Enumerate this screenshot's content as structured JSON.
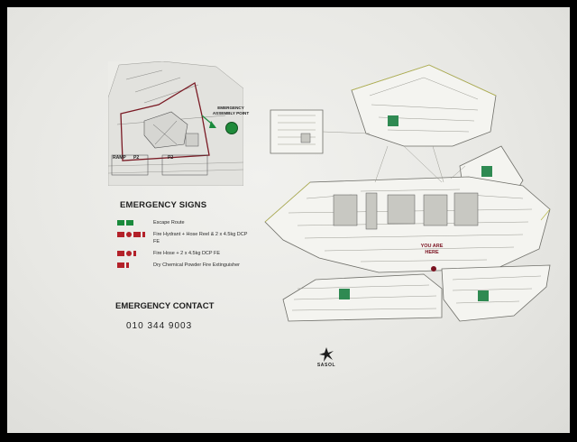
{
  "site_plan": {
    "assembly_label": "EMERGENCY ASSEMBLY POINT",
    "ramp_label": "RAMP",
    "p2_left_label": "P2",
    "p2_right_label": "P2"
  },
  "emergency_signs": {
    "heading": "EMERGENCY SIGNS",
    "items": [
      {
        "label": "Escape Route"
      },
      {
        "label": "Fire Hydrant + Hose Reel & 2 x 4.5kg DCP FE"
      },
      {
        "label": "Fire Hose + 2 x 4.5kg DCP FE"
      },
      {
        "label": "Dry Chemical Powder Fire Extinguisher"
      }
    ]
  },
  "emergency_contact": {
    "heading": "EMERGENCY CONTACT",
    "number": "010 344 9003"
  },
  "floor_plan": {
    "you_are_here": "YOU ARE HERE"
  },
  "logo": {
    "text": "SASOL"
  },
  "colors": {
    "escape_green": "#1a8a3c",
    "fire_red": "#b32129",
    "assembly_green": "#1f8a3a",
    "here_marker": "#7a1220"
  }
}
